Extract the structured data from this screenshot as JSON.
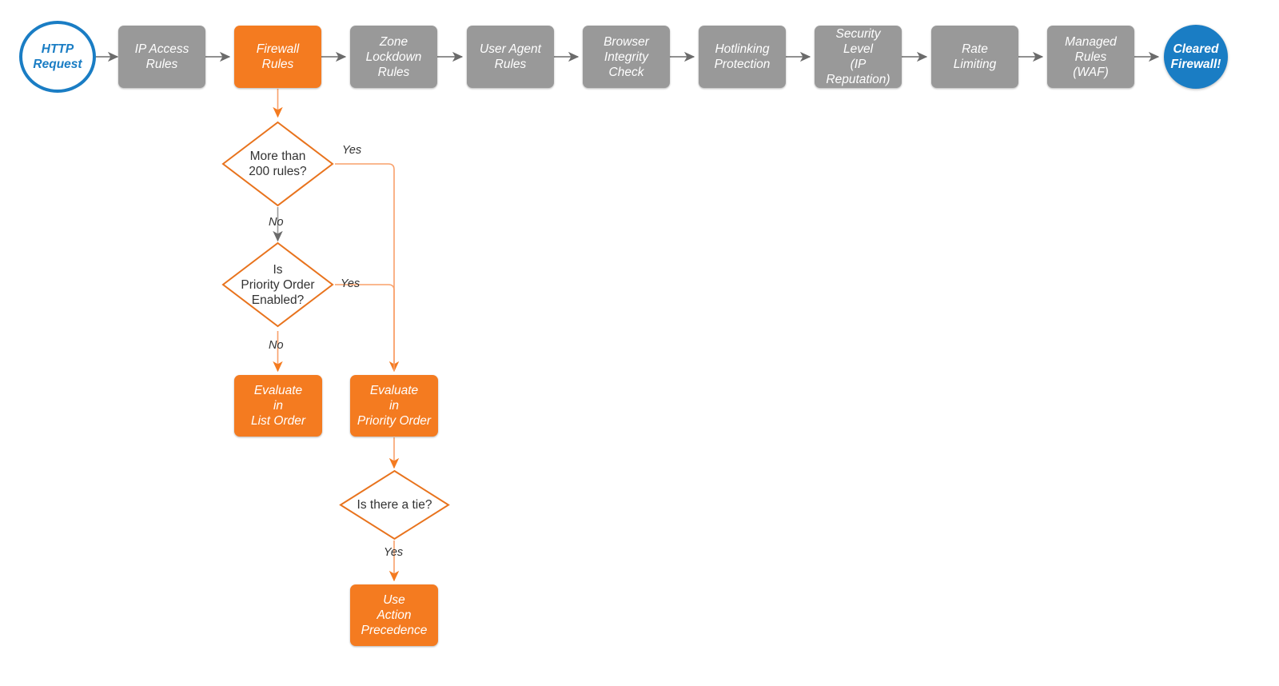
{
  "diagram": {
    "title": "Cloudflare Firewall Rules Evaluation Order",
    "background": "#ffffff",
    "colors": {
      "gray_fill": "#999999",
      "orange_fill": "#f47b20",
      "orange_stroke": "#e8731d",
      "orange_light_stroke": "#f9a06a",
      "blue": "#1a7dc4",
      "gray_arrow": "#6b6b6b",
      "text_dark": "#333333",
      "text_light": "#ffffff"
    }
  },
  "pipeline": {
    "start": {
      "label": "HTTP\nRequest",
      "shape": "circle-outline",
      "color": "#1a7dc4"
    },
    "end": {
      "label": "Cleared\nFirewall!",
      "shape": "circle-filled",
      "color": "#1a7dc4"
    },
    "stages": [
      {
        "label": "IP Access\nRules",
        "color": "#999999",
        "highlighted": false
      },
      {
        "label": "Firewall\nRules",
        "color": "#f47b20",
        "highlighted": true
      },
      {
        "label": "Zone\nLockdown\nRules",
        "color": "#999999",
        "highlighted": false
      },
      {
        "label": "User Agent\nRules",
        "color": "#999999",
        "highlighted": false
      },
      {
        "label": "Browser\nIntegrity\nCheck",
        "color": "#999999",
        "highlighted": false
      },
      {
        "label": "Hotlinking\nProtection",
        "color": "#999999",
        "highlighted": false
      },
      {
        "label": "Security\nLevel\n(IP Reputation)",
        "color": "#999999",
        "highlighted": false
      },
      {
        "label": "Rate\nLimiting",
        "color": "#999999",
        "highlighted": false
      },
      {
        "label": "Managed\nRules\n(WAF)",
        "color": "#999999",
        "highlighted": false
      }
    ]
  },
  "branch": {
    "decisions": [
      {
        "id": "more-than-200-rules",
        "label": "More than\n200 rules?"
      },
      {
        "id": "is-priority-order-enabled",
        "label": "Is\nPriority Order\nEnabled?"
      },
      {
        "id": "is-there-a-tie",
        "label": "Is there a tie?"
      }
    ],
    "outcomes": [
      {
        "id": "evaluate-in-list-order",
        "label": "Evaluate\nin\nList Order",
        "color": "#f47b20"
      },
      {
        "id": "evaluate-in-priority-order",
        "label": "Evaluate\nin\nPriority Order",
        "color": "#f47b20"
      },
      {
        "id": "use-action-precedence",
        "label": "Use\nAction\nPrecedence",
        "color": "#f47b20"
      }
    ],
    "edge_labels": {
      "more_rules_yes": "Yes",
      "more_rules_no": "No",
      "priority_order_yes": "Yes",
      "priority_order_no": "No",
      "tie_yes": "Yes"
    }
  }
}
